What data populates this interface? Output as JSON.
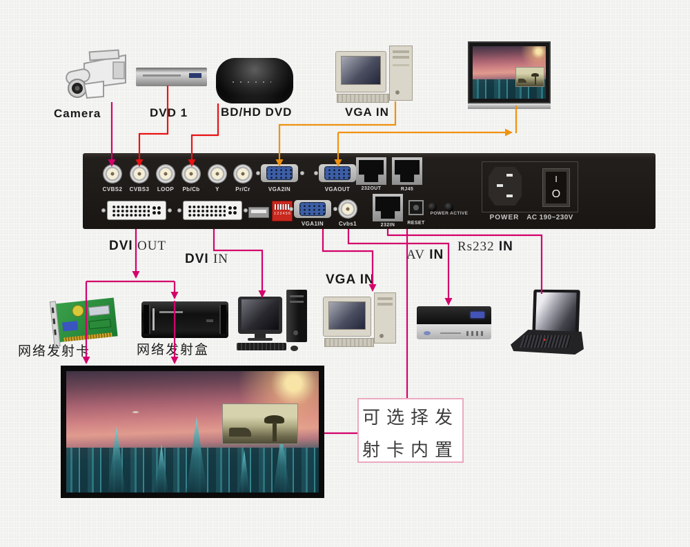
{
  "colors": {
    "magenta_line": "#d4006a",
    "red_line": "#e81212",
    "orange_line": "#f0920f",
    "panel_bg": "#201c1a",
    "note_border": "#eaa8bf"
  },
  "sources": {
    "camera": "Camera",
    "dvd": "DVD 1",
    "bd": "BD/HD DVD",
    "vga_pc": "VGA IN"
  },
  "panel": {
    "bnc_labels": [
      "CVBS2",
      "CVBS3",
      "LOOP",
      "Pb/Cb",
      "Y",
      "Pr/Cr"
    ],
    "vga2in": "VGA2IN",
    "vgaout": "VGAOUT",
    "out232": "232OUT",
    "rj45": "RJ45",
    "vga1in": "VGA1IN",
    "cvbs1": "Cvbs1",
    "in232": "232IN",
    "reset": "RESET",
    "power_active": "POWER ACTIVE",
    "power": "POWER",
    "ac_rating": "AC 190~230V",
    "dip_numbers": "1 2 3 4 5 6",
    "switch_on": "I",
    "switch_off": "O"
  },
  "connections": {
    "dvi_out": {
      "sans": "DVI",
      "serif": "OUT"
    },
    "dvi_in": {
      "sans": "DVI",
      "serif": "IN"
    },
    "vga_in": "VGA IN",
    "av_in": {
      "serif": "AV",
      "sans": "IN"
    },
    "rs232_in": {
      "serif": "Rs232",
      "sans": "IN"
    }
  },
  "bottom": {
    "net_card": "网络发射卡",
    "net_box": "网络发射盒",
    "note_line1": "可选择发",
    "note_line2": "射卡内置"
  }
}
